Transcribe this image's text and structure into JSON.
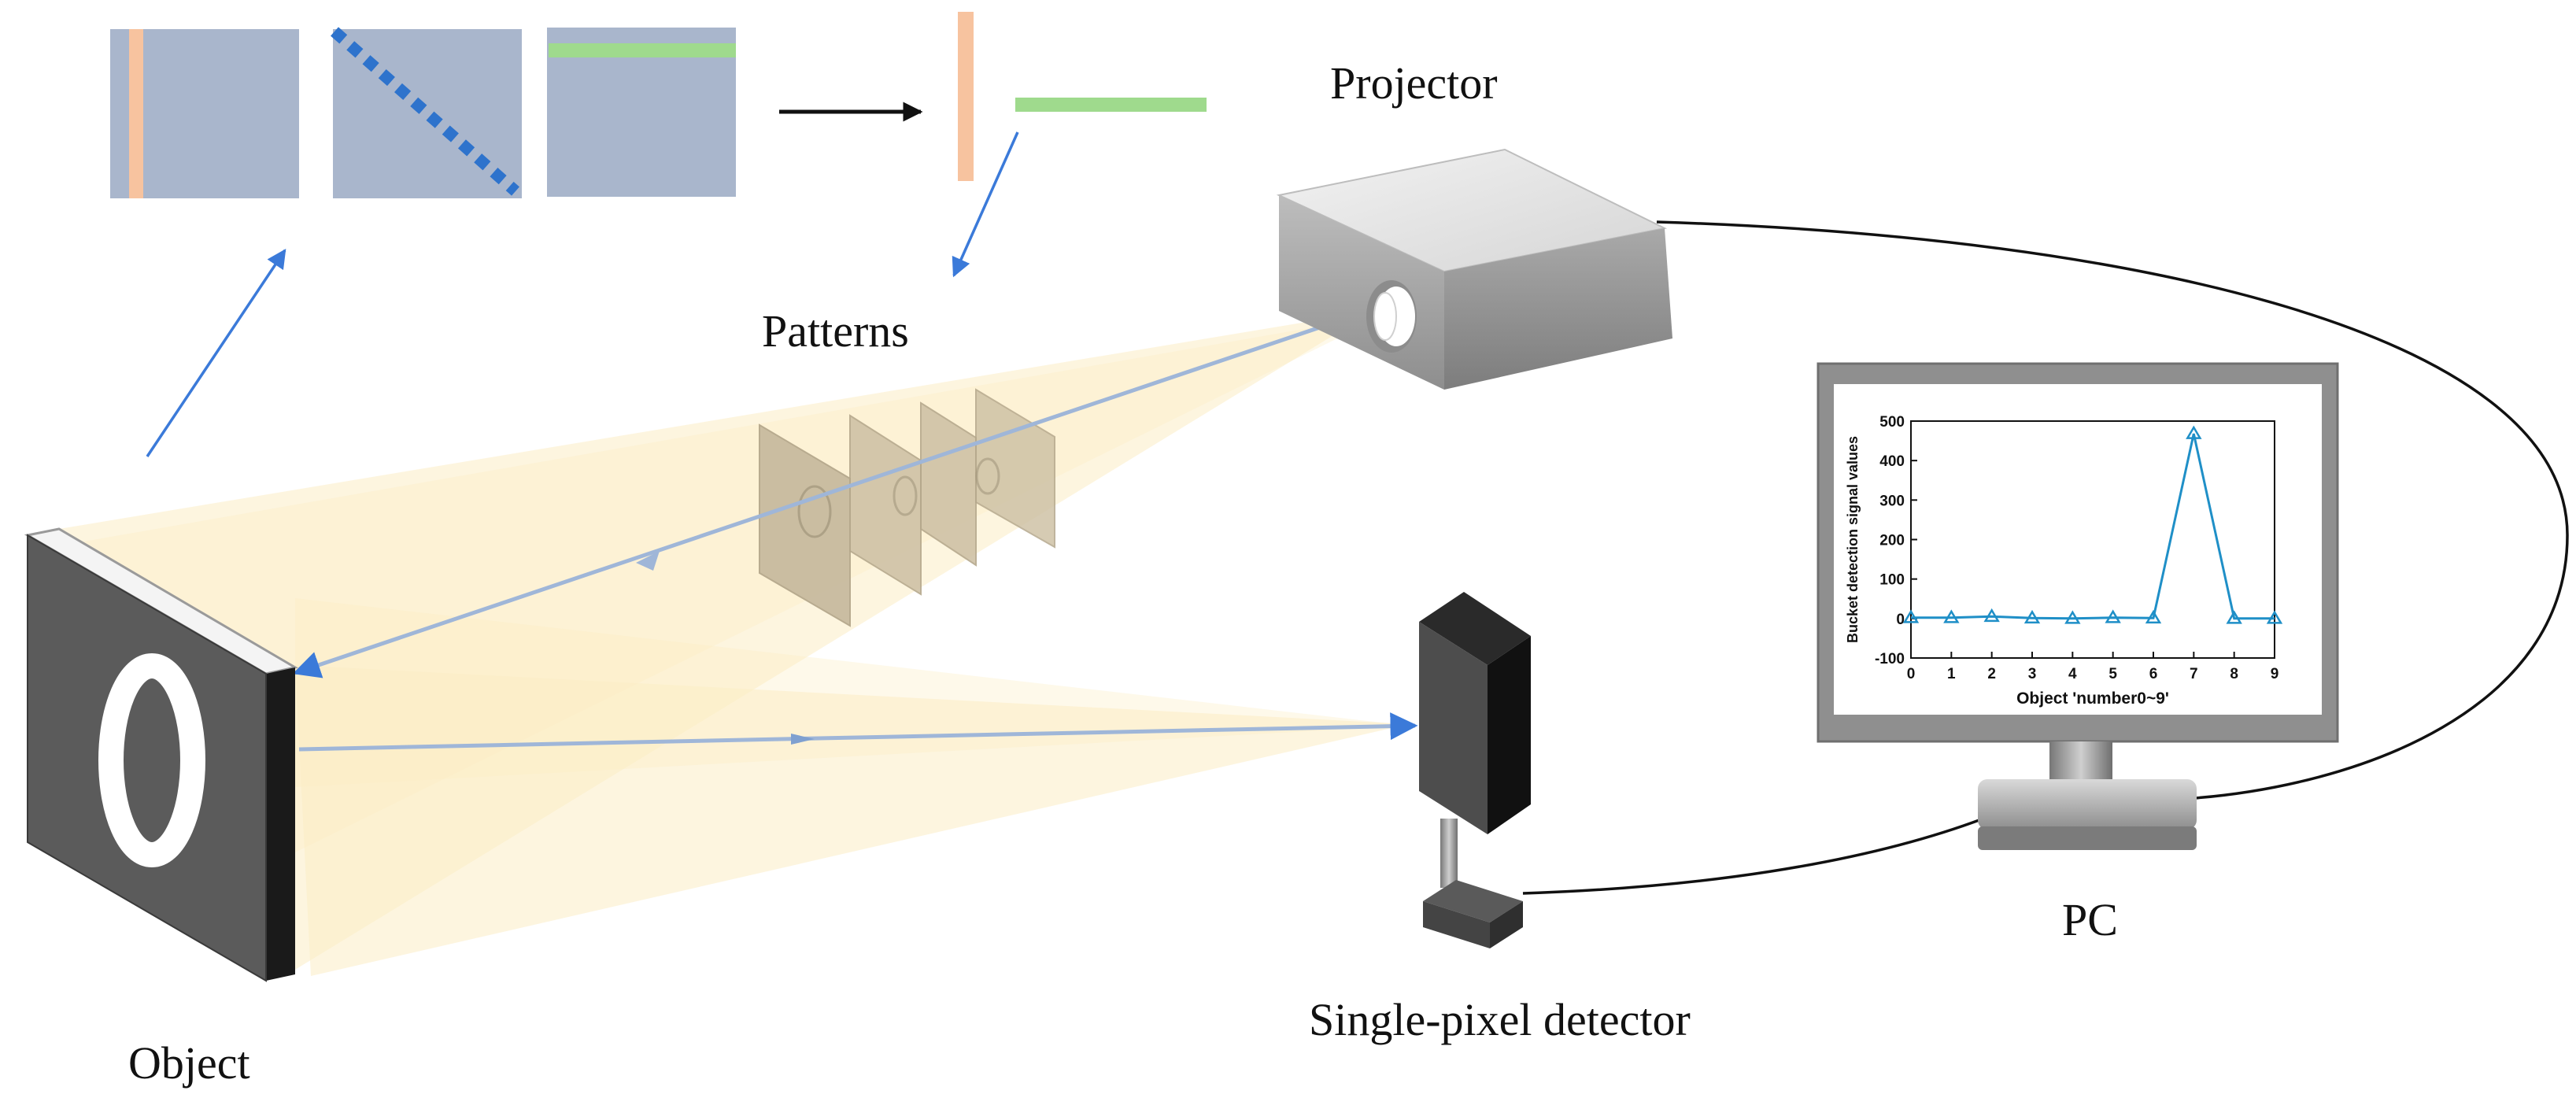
{
  "labels": {
    "projector": "Projector",
    "patterns": "Patterns",
    "object": "Object",
    "detector": "Single-pixel detector",
    "pc": "PC",
    "object_digit": "0"
  },
  "colors": {
    "pattern_tile": "#a9b6cc",
    "bar_orange": "#f7c39f",
    "bar_green": "#9fda8d",
    "diag_dots": "#2e73cc",
    "arrow_blue": "#3b7ad9",
    "beam": "#fcedc4",
    "ray": "#9fb6d8",
    "plot_line": "#1f8fc7",
    "device_grey": "#8f8f8f",
    "object_face": "#5b5b5b"
  },
  "chart_data": {
    "type": "line",
    "title": "",
    "xlabel": "Object 'number0~9'",
    "ylabel": "Bucket detection signal values",
    "x": [
      0,
      1,
      2,
      3,
      4,
      5,
      6,
      7,
      8,
      9
    ],
    "values": [
      2,
      2,
      5,
      1,
      0,
      2,
      1,
      468,
      0,
      0
    ],
    "xlim": [
      0,
      9
    ],
    "ylim": [
      -100,
      500
    ],
    "xticks": [
      "0",
      "1",
      "2",
      "3",
      "4",
      "5",
      "6",
      "7",
      "8",
      "9"
    ],
    "yticks": [
      "-100",
      "0",
      "100",
      "200",
      "300",
      "400",
      "500"
    ],
    "marker": "triangle",
    "grid": false
  }
}
